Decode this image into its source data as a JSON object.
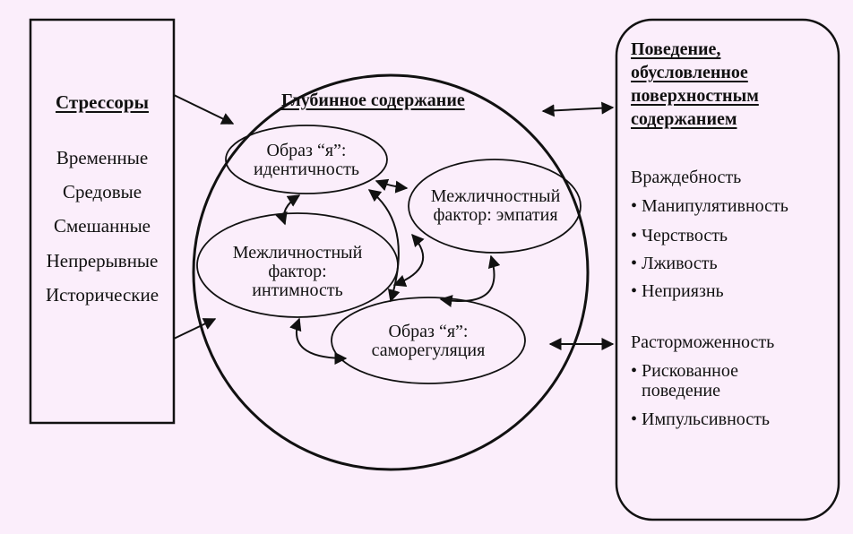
{
  "stressors": {
    "title": "Стрессоры",
    "items": [
      "Временные",
      "Средовые",
      "Смешанные",
      "Непрерывные",
      "Исторические"
    ]
  },
  "core": {
    "title": "Глубинное содержание",
    "self_identity": [
      "Образ “я”:",
      "идентичность"
    ],
    "empathy": [
      "Межличностный",
      "фактор: эмпатия"
    ],
    "intimacy": [
      "Межличностный",
      "фактор:",
      "интимность"
    ],
    "self_regulation": [
      "Образ “я”:",
      "саморегуляция"
    ]
  },
  "behavior": {
    "title_lines": [
      "Поведение,",
      "обусловленное",
      "поверхностным",
      "содержанием"
    ],
    "hostility": {
      "title": "Враждебность",
      "items": [
        "Манипулятивность",
        "Черствость",
        "Лживость",
        "Неприязнь"
      ]
    },
    "disinhibition": {
      "title": "Расторможенность",
      "items": [
        "Рискованное поведение",
        "Импульсивность"
      ]
    }
  },
  "bullet_symbol": "•"
}
